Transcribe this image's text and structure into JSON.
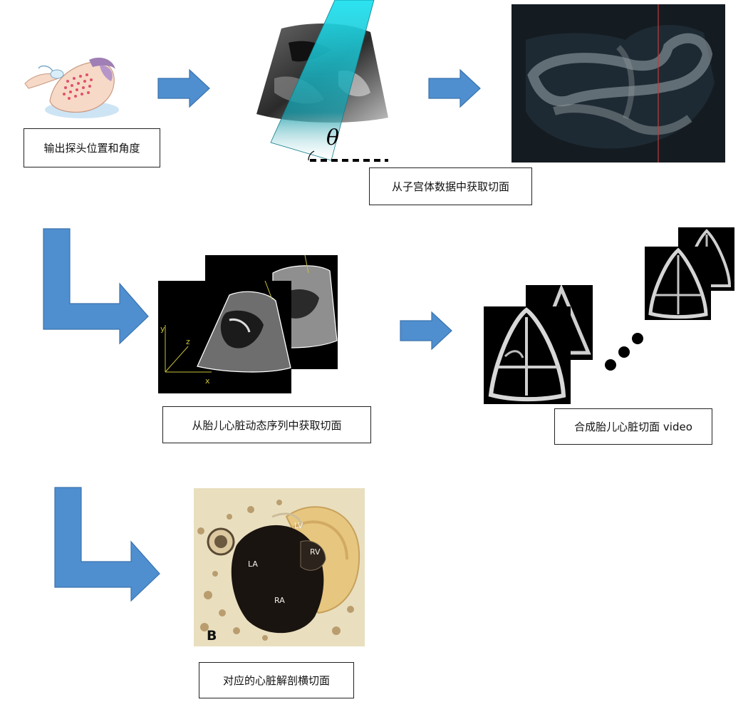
{
  "steps": {
    "probe_label": "输出探头位置和角度",
    "uterus_label": "从子宫体数据中获取切面",
    "sequence_label": "从胎儿心脏动态序列中获取切面",
    "video_label": "合成胎儿心脏切面 video",
    "anatomy_label": "对应的心脏解剖横切面"
  },
  "annotations": {
    "theta": "θ",
    "axis_x": "x",
    "axis_y": "y",
    "axis_z": "z",
    "anat_lv": "LV",
    "anat_rv": "RV",
    "anat_la": "LA",
    "anat_ra": "RA",
    "anat_panel": "B"
  },
  "colors": {
    "arrow": "#4f8fd0",
    "plane": "#1fd6e8",
    "axis": "#c9c23a"
  }
}
